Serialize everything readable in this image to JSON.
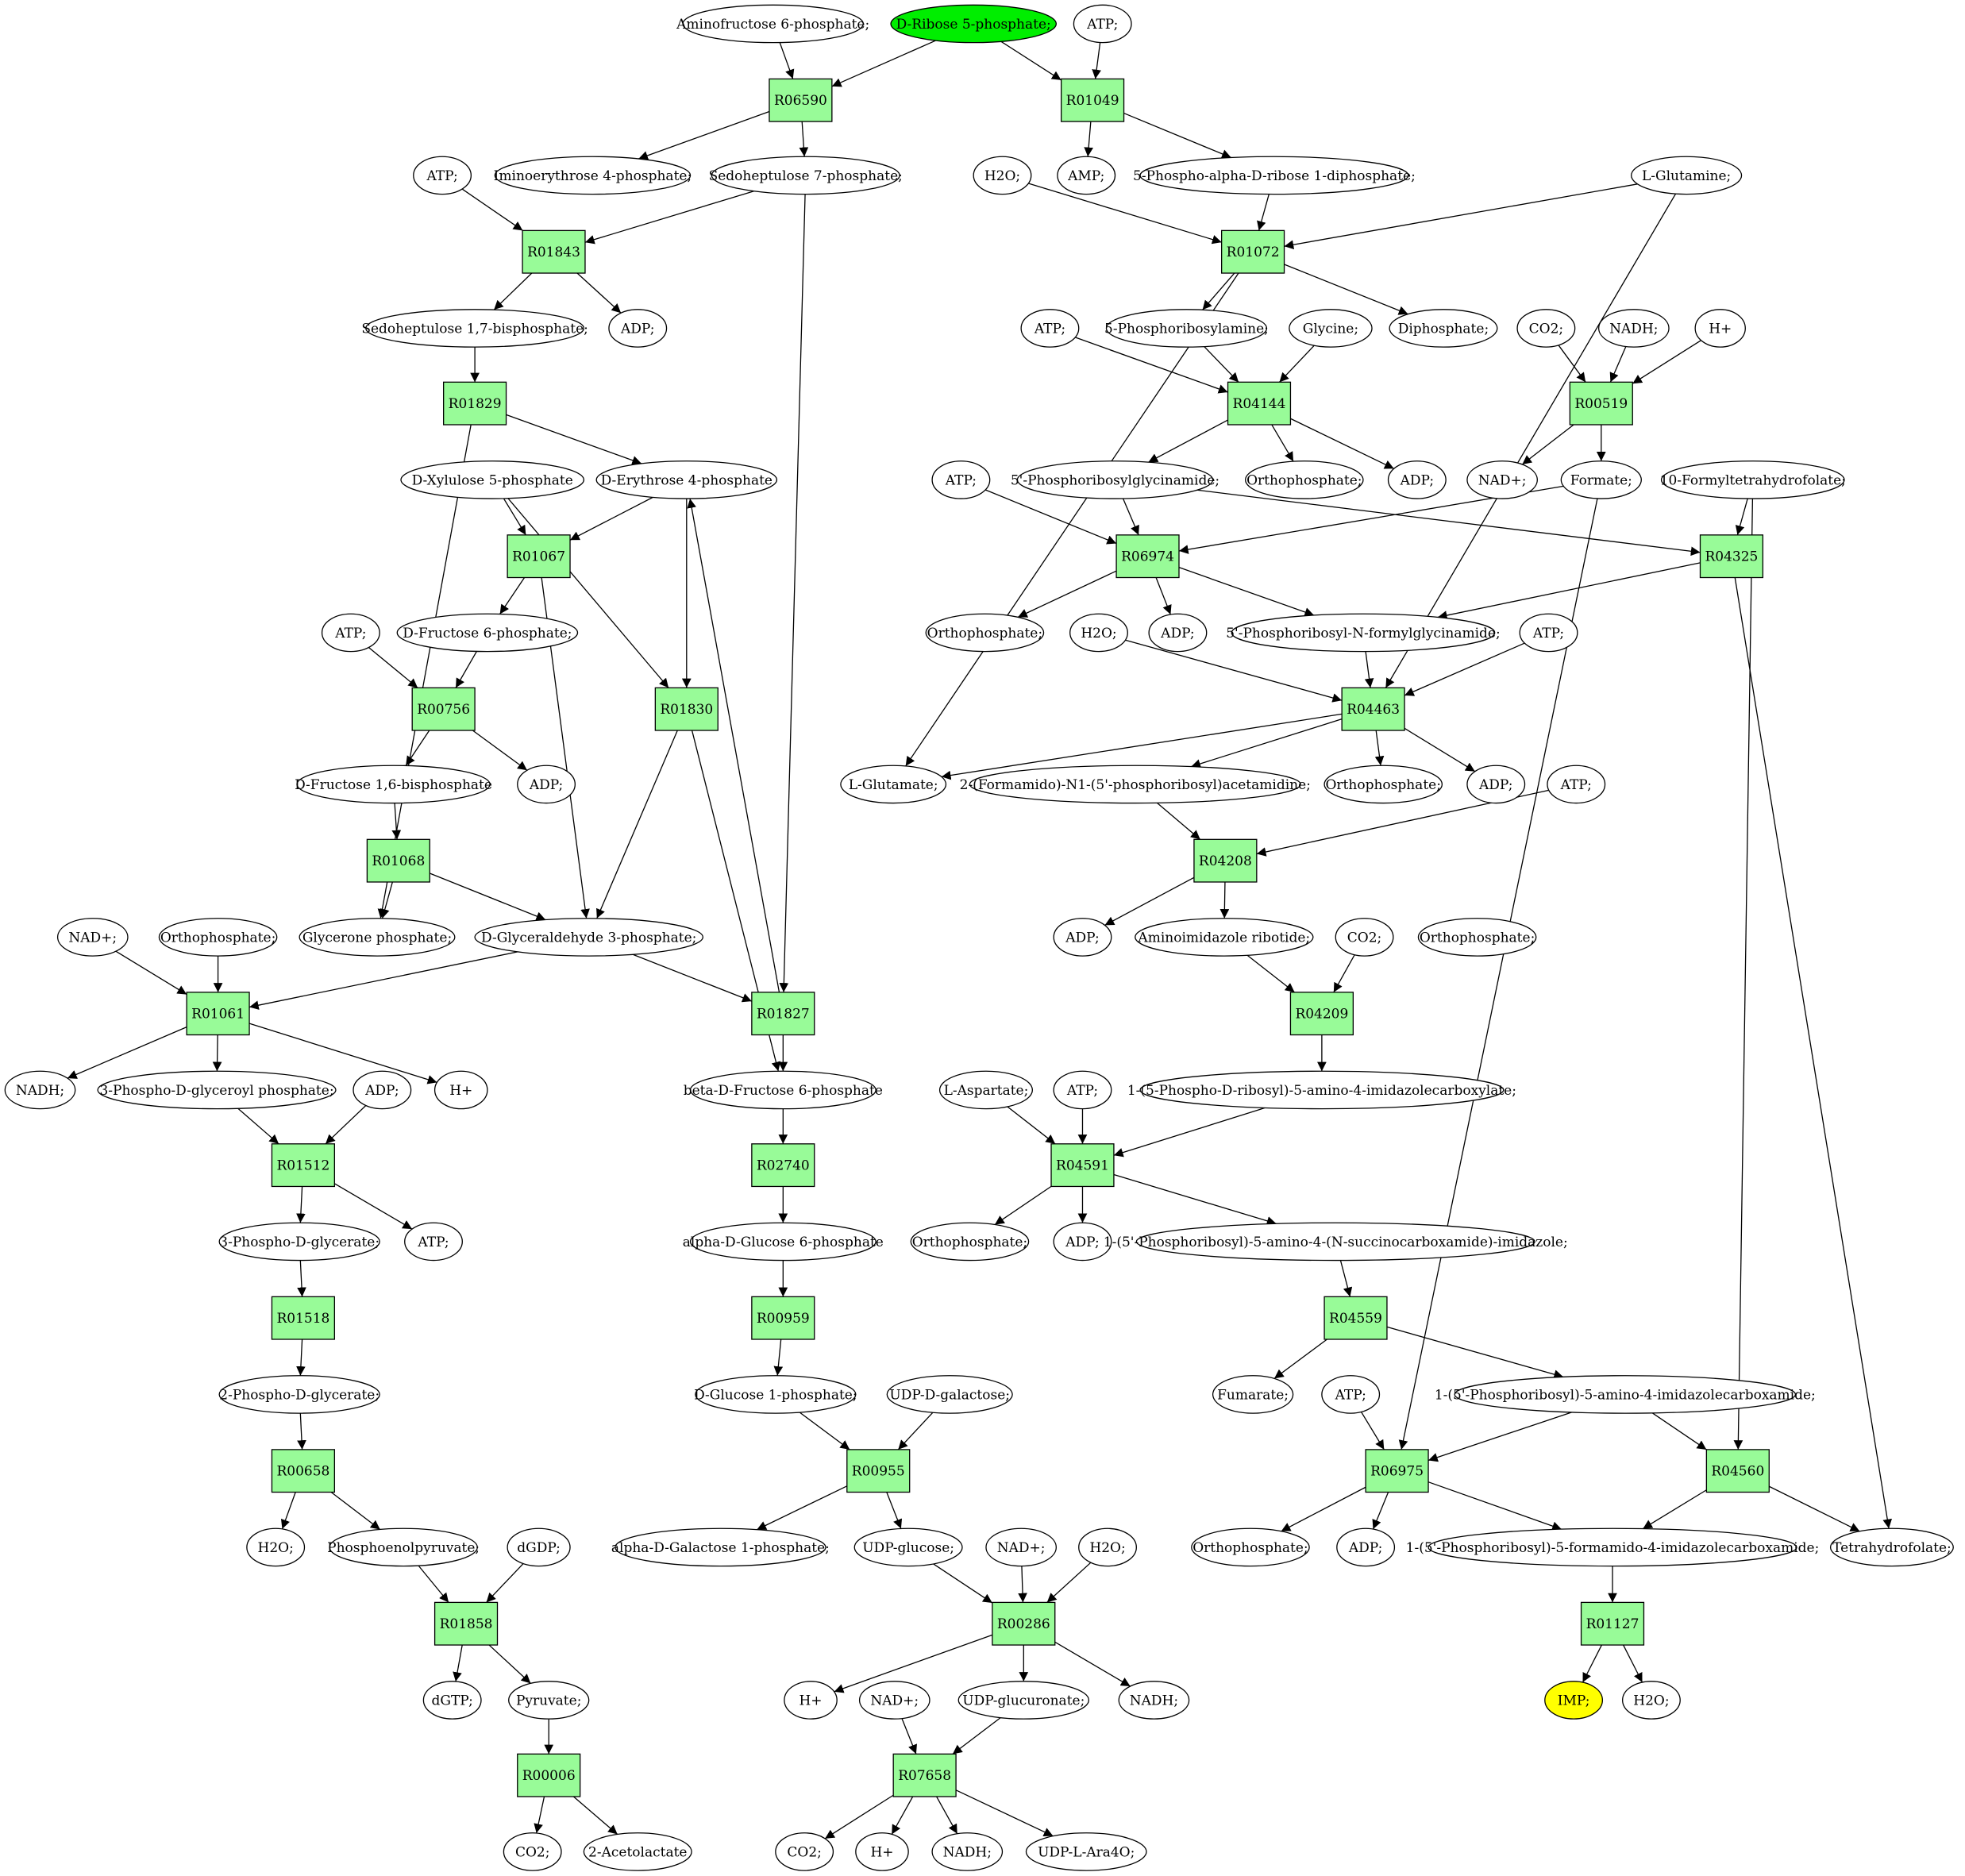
{
  "metabolites": [
    {
      "id": "m_aminofructose",
      "label": "Aminofructose 6-phosphate;"
    },
    {
      "id": "m_ribose5p",
      "label": "D-Ribose 5-phosphate;",
      "fill": "#00ee00"
    },
    {
      "id": "m_atp1",
      "label": "ATP;"
    },
    {
      "id": "m_iminoerythrose",
      "label": "Iminoerythrose 4-phosphate;"
    },
    {
      "id": "m_sedo7p",
      "label": "Sedoheptulose 7-phosphate;"
    },
    {
      "id": "m_atp2",
      "label": "ATP;"
    },
    {
      "id": "m_h2o1",
      "label": "H2O;"
    },
    {
      "id": "m_amp",
      "label": "AMP;"
    },
    {
      "id": "m_prpp",
      "label": "5-Phospho-alpha-D-ribose 1-diphosphate;"
    },
    {
      "id": "m_lgln",
      "label": "L-Glutamine;"
    },
    {
      "id": "m_sedo17bp",
      "label": "Sedoheptulose 1,7-bisphosphate;"
    },
    {
      "id": "m_adp1",
      "label": "ADP;"
    },
    {
      "id": "m_atp3",
      "label": "ATP;"
    },
    {
      "id": "m_pra",
      "label": "5-Phosphoribosylamine;"
    },
    {
      "id": "m_glycine",
      "label": "Glycine;"
    },
    {
      "id": "m_diphosphate",
      "label": "Diphosphate;"
    },
    {
      "id": "m_co2a",
      "label": "CO2;"
    },
    {
      "id": "m_nadh1",
      "label": "NADH;"
    },
    {
      "id": "m_hplus1",
      "label": "H+"
    },
    {
      "id": "m_xyl5p",
      "label": "D-Xylulose 5-phosphate"
    },
    {
      "id": "m_ery4p",
      "label": "D-Erythrose 4-phosphate"
    },
    {
      "id": "m_atp4",
      "label": "ATP;"
    },
    {
      "id": "m_gar",
      "label": "5'-Phosphoribosylglycinamide;"
    },
    {
      "id": "m_pi1",
      "label": "Orthophosphate;"
    },
    {
      "id": "m_adp2",
      "label": "ADP;"
    },
    {
      "id": "m_nadplus1",
      "label": "NAD+;"
    },
    {
      "id": "m_formate",
      "label": "Formate;"
    },
    {
      "id": "m_10fthf",
      "label": "10-Formyltetrahydrofolate;"
    },
    {
      "id": "m_atp5",
      "label": "ATP;"
    },
    {
      "id": "m_f6p",
      "label": "D-Fructose 6-phosphate;"
    },
    {
      "id": "m_pi2",
      "label": "Orthophosphate;"
    },
    {
      "id": "m_adp3",
      "label": "ADP;"
    },
    {
      "id": "m_h2o2",
      "label": "H2O;"
    },
    {
      "id": "m_fgar",
      "label": "5'-Phosphoribosyl-N-formylglycinamide;"
    },
    {
      "id": "m_atp6",
      "label": "ATP;"
    },
    {
      "id": "m_f16bp",
      "label": "D-Fructose 1,6-bisphosphate"
    },
    {
      "id": "m_adp4",
      "label": "ADP;"
    },
    {
      "id": "m_lglu",
      "label": "L-Glutamate;"
    },
    {
      "id": "m_fgam",
      "label": "2-(Formamido)-N1-(5'-phosphoribosyl)acetamidine;"
    },
    {
      "id": "m_pi3",
      "label": "Orthophosphate;"
    },
    {
      "id": "m_adp5",
      "label": "ADP;"
    },
    {
      "id": "m_atp7",
      "label": "ATP;"
    },
    {
      "id": "m_nadplus2",
      "label": "NAD+;"
    },
    {
      "id": "m_pi4",
      "label": "Orthophosphate;"
    },
    {
      "id": "m_dhap",
      "label": "Glycerone phosphate;"
    },
    {
      "id": "m_g3p",
      "label": "D-Glyceraldehyde 3-phosphate;"
    },
    {
      "id": "m_adp6",
      "label": "ADP;"
    },
    {
      "id": "m_air",
      "label": "Aminoimidazole ribotide;"
    },
    {
      "id": "m_co2b",
      "label": "CO2;"
    },
    {
      "id": "m_pi5",
      "label": "Orthophosphate;"
    },
    {
      "id": "m_nadh2",
      "label": "NADH;"
    },
    {
      "id": "m_13bpg",
      "label": "3-Phospho-D-glyceroyl phosphate;"
    },
    {
      "id": "m_adp7",
      "label": "ADP;"
    },
    {
      "id": "m_hplus2",
      "label": "H+"
    },
    {
      "id": "m_bf6p",
      "label": "beta-D-Fructose 6-phosphate"
    },
    {
      "id": "m_lasp",
      "label": "L-Aspartate;"
    },
    {
      "id": "m_atp8",
      "label": "ATP;"
    },
    {
      "id": "m_cair",
      "label": "1-(5-Phospho-D-ribosyl)-5-amino-4-imidazolecarboxylate;"
    },
    {
      "id": "m_3pg",
      "label": "3-Phospho-D-glycerate;"
    },
    {
      "id": "m_atp9",
      "label": "ATP;"
    },
    {
      "id": "m_ag6p",
      "label": "alpha-D-Glucose 6-phosphate"
    },
    {
      "id": "m_pi6",
      "label": "Orthophosphate;"
    },
    {
      "id": "m_adp8",
      "label": "ADP;"
    },
    {
      "id": "m_saicar",
      "label": "1-(5'-Phosphoribosyl)-5-amino-4-(N-succinocarboxamide)-imidazole;"
    },
    {
      "id": "m_2pg",
      "label": "2-Phospho-D-glycerate;"
    },
    {
      "id": "m_g1p",
      "label": "D-Glucose 1-phosphate;"
    },
    {
      "id": "m_udpgal",
      "label": "UDP-D-galactose;"
    },
    {
      "id": "m_fumarate",
      "label": "Fumarate;"
    },
    {
      "id": "m_atp10",
      "label": "ATP;"
    },
    {
      "id": "m_aicar",
      "label": "1-(5'-Phosphoribosyl)-5-amino-4-imidazolecarboxamide;"
    },
    {
      "id": "m_h2o3",
      "label": "H2O;"
    },
    {
      "id": "m_pep",
      "label": "Phosphoenolpyruvate;"
    },
    {
      "id": "m_dgdp",
      "label": "dGDP;"
    },
    {
      "id": "m_agal1p",
      "label": "alpha-D-Galactose 1-phosphate;"
    },
    {
      "id": "m_udpglc",
      "label": "UDP-glucose;"
    },
    {
      "id": "m_nadplus3",
      "label": "NAD+;"
    },
    {
      "id": "m_h2o4",
      "label": "H2O;"
    },
    {
      "id": "m_pi7",
      "label": "Orthophosphate;"
    },
    {
      "id": "m_adp9",
      "label": "ADP;"
    },
    {
      "id": "m_faicar",
      "label": "1-(5'-Phosphoribosyl)-5-formamido-4-imidazolecarboxamide;"
    },
    {
      "id": "m_thf",
      "label": "Tetrahydrofolate;"
    },
    {
      "id": "m_dgtp",
      "label": "dGTP;"
    },
    {
      "id": "m_pyruvate",
      "label": "Pyruvate;"
    },
    {
      "id": "m_hplus3",
      "label": "H+"
    },
    {
      "id": "m_nadplus4",
      "label": "NAD+;"
    },
    {
      "id": "m_udpglcur",
      "label": "UDP-glucuronate;"
    },
    {
      "id": "m_nadh3",
      "label": "NADH;"
    },
    {
      "id": "m_imp",
      "label": "IMP;",
      "fill": "#ffff00"
    },
    {
      "id": "m_h2o5",
      "label": "H2O;"
    },
    {
      "id": "m_co2c",
      "label": "CO2;"
    },
    {
      "id": "m_acetolactate",
      "label": "2-Acetolactate"
    },
    {
      "id": "m_co2d",
      "label": "CO2;"
    },
    {
      "id": "m_hplus4",
      "label": "H+"
    },
    {
      "id": "m_nadh4",
      "label": "NADH;"
    },
    {
      "id": "m_udpara",
      "label": "UDP-L-Ara4O;"
    }
  ],
  "reactions": [
    {
      "id": "r_R06590",
      "label": "R06590"
    },
    {
      "id": "r_R01049",
      "label": "R01049"
    },
    {
      "id": "r_R01843",
      "label": "R01843"
    },
    {
      "id": "r_R01072",
      "label": "R01072"
    },
    {
      "id": "r_R01829",
      "label": "R01829"
    },
    {
      "id": "r_R04144",
      "label": "R04144"
    },
    {
      "id": "r_R00519",
      "label": "R00519"
    },
    {
      "id": "r_R01067",
      "label": "R01067"
    },
    {
      "id": "r_R06974",
      "label": "R06974"
    },
    {
      "id": "r_R04325",
      "label": "R04325"
    },
    {
      "id": "r_R00756",
      "label": "R00756"
    },
    {
      "id": "r_R01830",
      "label": "R01830"
    },
    {
      "id": "r_R04463",
      "label": "R04463"
    },
    {
      "id": "r_R01068",
      "label": "R01068"
    },
    {
      "id": "r_R04208",
      "label": "R04208"
    },
    {
      "id": "r_R01061",
      "label": "R01061"
    },
    {
      "id": "r_R01827",
      "label": "R01827"
    },
    {
      "id": "r_R04209",
      "label": "R04209"
    },
    {
      "id": "r_R01512",
      "label": "R01512"
    },
    {
      "id": "r_R02740",
      "label": "R02740"
    },
    {
      "id": "r_R04591",
      "label": "R04591"
    },
    {
      "id": "r_R01518",
      "label": "R01518"
    },
    {
      "id": "r_R00959",
      "label": "R00959"
    },
    {
      "id": "r_R04559",
      "label": "R04559"
    },
    {
      "id": "r_R00658",
      "label": "R00658"
    },
    {
      "id": "r_R00955",
      "label": "R00955"
    },
    {
      "id": "r_R06975",
      "label": "R06975"
    },
    {
      "id": "r_R04560",
      "label": "R04560"
    },
    {
      "id": "r_R01858",
      "label": "R01858"
    },
    {
      "id": "r_R00286",
      "label": "R00286"
    },
    {
      "id": "r_R01127",
      "label": "R01127"
    },
    {
      "id": "r_R00006",
      "label": "R00006"
    },
    {
      "id": "r_R07658",
      "label": "R07658"
    }
  ],
  "edges": [
    [
      "m_aminofructose",
      "r_R06590"
    ],
    [
      "m_ribose5p",
      "r_R06590"
    ],
    [
      "r_R06590",
      "m_iminoerythrose"
    ],
    [
      "r_R06590",
      "m_sedo7p"
    ],
    [
      "m_ribose5p",
      "r_R01049"
    ],
    [
      "m_atp1",
      "r_R01049"
    ],
    [
      "r_R01049",
      "m_amp"
    ],
    [
      "r_R01049",
      "m_prpp"
    ],
    [
      "m_atp2",
      "r_R01843"
    ],
    [
      "m_sedo7p",
      "r_R01843"
    ],
    [
      "r_R01843",
      "m_sedo17bp"
    ],
    [
      "r_R01843",
      "m_adp1"
    ],
    [
      "m_h2o1",
      "r_R01072"
    ],
    [
      "m_prpp",
      "r_R01072"
    ],
    [
      "m_lgln",
      "r_R01072"
    ],
    [
      "r_R01072",
      "m_pra"
    ],
    [
      "r_R01072",
      "m_diphosphate"
    ],
    [
      "r_R01072",
      "m_lglu"
    ],
    [
      "m_sedo17bp",
      "r_R01829"
    ],
    [
      "r_R01829",
      "m_ery4p"
    ],
    [
      "r_R01829",
      "m_dhap"
    ],
    [
      "m_atp3",
      "r_R04144"
    ],
    [
      "m_pra",
      "r_R04144"
    ],
    [
      "m_glycine",
      "r_R04144"
    ],
    [
      "r_R04144",
      "m_gar"
    ],
    [
      "r_R04144",
      "m_pi1"
    ],
    [
      "r_R04144",
      "m_adp2"
    ],
    [
      "m_co2a",
      "r_R00519"
    ],
    [
      "m_nadh1",
      "r_R00519"
    ],
    [
      "m_hplus1",
      "r_R00519"
    ],
    [
      "r_R00519",
      "m_nadplus1"
    ],
    [
      "r_R00519",
      "m_formate"
    ],
    [
      "m_xyl5p",
      "r_R01067"
    ],
    [
      "m_ery4p",
      "r_R01067"
    ],
    [
      "r_R01067",
      "m_f6p"
    ],
    [
      "r_R01067",
      "m_g3p"
    ],
    [
      "m_atp4",
      "r_R06974"
    ],
    [
      "m_gar",
      "r_R06974"
    ],
    [
      "m_formate",
      "r_R06974"
    ],
    [
      "r_R06974",
      "m_pi2"
    ],
    [
      "r_R06974",
      "m_adp3"
    ],
    [
      "r_R06974",
      "m_fgar"
    ],
    [
      "m_gar",
      "r_R04325"
    ],
    [
      "m_10fthf",
      "r_R04325"
    ],
    [
      "r_R04325",
      "m_fgar"
    ],
    [
      "r_R04325",
      "m_thf"
    ],
    [
      "m_atp5",
      "r_R00756"
    ],
    [
      "m_f6p",
      "r_R00756"
    ],
    [
      "r_R00756",
      "m_f16bp"
    ],
    [
      "r_R00756",
      "m_adp4"
    ],
    [
      "m_xyl5p",
      "r_R01830"
    ],
    [
      "m_ery4p",
      "r_R01830"
    ],
    [
      "r_R01830",
      "m_g3p"
    ],
    [
      "r_R01830",
      "m_bf6p"
    ],
    [
      "m_h2o2",
      "r_R04463"
    ],
    [
      "m_fgar",
      "r_R04463"
    ],
    [
      "m_atp6",
      "r_R04463"
    ],
    [
      "m_lgln",
      "r_R04463"
    ],
    [
      "r_R04463",
      "m_lglu"
    ],
    [
      "r_R04463",
      "m_fgam"
    ],
    [
      "r_R04463",
      "m_pi3"
    ],
    [
      "r_R04463",
      "m_adp5"
    ],
    [
      "m_f16bp",
      "r_R01068"
    ],
    [
      "r_R01068",
      "m_dhap"
    ],
    [
      "r_R01068",
      "m_g3p"
    ],
    [
      "m_fgam",
      "r_R04208"
    ],
    [
      "m_atp7",
      "r_R04208"
    ],
    [
      "r_R04208",
      "m_adp6"
    ],
    [
      "r_R04208",
      "m_air"
    ],
    [
      "r_R04208",
      "m_pi4"
    ],
    [
      "m_nadplus2",
      "r_R01061"
    ],
    [
      "m_pi4b",
      "r_R01061"
    ],
    [
      "m_g3p",
      "r_R01061"
    ],
    [
      "r_R01061",
      "m_nadh2"
    ],
    [
      "r_R01061",
      "m_13bpg"
    ],
    [
      "r_R01061",
      "m_hplus2"
    ],
    [
      "m_g3p",
      "r_R01827"
    ],
    [
      "m_sedo7p",
      "r_R01827"
    ],
    [
      "r_R01827",
      "m_ery4p"
    ],
    [
      "r_R01827",
      "m_bf6p"
    ],
    [
      "m_air",
      "r_R04209"
    ],
    [
      "m_co2b",
      "r_R04209"
    ],
    [
      "r_R04209",
      "m_cair"
    ],
    [
      "m_13bpg",
      "r_R01512"
    ],
    [
      "m_adp7",
      "r_R01512"
    ],
    [
      "r_R01512",
      "m_3pg"
    ],
    [
      "r_R01512",
      "m_atp9"
    ],
    [
      "m_bf6p",
      "r_R02740"
    ],
    [
      "r_R02740",
      "m_ag6p"
    ],
    [
      "m_lasp",
      "r_R04591"
    ],
    [
      "m_atp8",
      "r_R04591"
    ],
    [
      "m_cair",
      "r_R04591"
    ],
    [
      "r_R04591",
      "m_pi6"
    ],
    [
      "r_R04591",
      "m_adp8"
    ],
    [
      "r_R04591",
      "m_saicar"
    ],
    [
      "m_3pg",
      "r_R01518"
    ],
    [
      "r_R01518",
      "m_2pg"
    ],
    [
      "m_ag6p",
      "r_R00959"
    ],
    [
      "r_R00959",
      "m_g1p"
    ],
    [
      "m_saicar",
      "r_R04559"
    ],
    [
      "r_R04559",
      "m_fumarate"
    ],
    [
      "r_R04559",
      "m_aicar"
    ],
    [
      "m_2pg",
      "r_R00658"
    ],
    [
      "r_R00658",
      "m_h2o3"
    ],
    [
      "r_R00658",
      "m_pep"
    ],
    [
      "m_g1p",
      "r_R00955"
    ],
    [
      "m_udpgal",
      "r_R00955"
    ],
    [
      "r_R00955",
      "m_agal1p"
    ],
    [
      "r_R00955",
      "m_udpglc"
    ],
    [
      "m_atp10",
      "r_R06975"
    ],
    [
      "m_aicar",
      "r_R06975"
    ],
    [
      "m_formate",
      "r_R06975"
    ],
    [
      "r_R06975",
      "m_pi7"
    ],
    [
      "r_R06975",
      "m_adp9"
    ],
    [
      "r_R06975",
      "m_faicar"
    ],
    [
      "m_aicar",
      "r_R04560"
    ],
    [
      "m_10fthf",
      "r_R04560"
    ],
    [
      "r_R04560",
      "m_faicar"
    ],
    [
      "r_R04560",
      "m_thf"
    ],
    [
      "m_pep",
      "r_R01858"
    ],
    [
      "m_dgdp",
      "r_R01858"
    ],
    [
      "r_R01858",
      "m_dgtp"
    ],
    [
      "r_R01858",
      "m_pyruvate"
    ],
    [
      "m_udpglc",
      "r_R00286"
    ],
    [
      "m_nadplus3",
      "r_R00286"
    ],
    [
      "m_h2o4",
      "r_R00286"
    ],
    [
      "r_R00286",
      "m_hplus3"
    ],
    [
      "r_R00286",
      "m_udpglcur"
    ],
    [
      "r_R00286",
      "m_nadh3"
    ],
    [
      "m_faicar",
      "r_R01127"
    ],
    [
      "r_R01127",
      "m_imp"
    ],
    [
      "r_R01127",
      "m_h2o5"
    ],
    [
      "m_pyruvate",
      "r_R00006"
    ],
    [
      "r_R00006",
      "m_co2c"
    ],
    [
      "r_R00006",
      "m_acetolactate"
    ],
    [
      "m_nadplus4",
      "r_R07658"
    ],
    [
      "m_udpglcur",
      "r_R07658"
    ],
    [
      "r_R07658",
      "m_co2d"
    ],
    [
      "r_R07658",
      "m_hplus4"
    ],
    [
      "r_R07658",
      "m_nadh4"
    ],
    [
      "r_R07658",
      "m_udpara"
    ]
  ],
  "colors": {
    "reaction_fill": "#98fb98",
    "metabolite_fill": "#ffffff",
    "stroke": "#000000",
    "highlight_start": "#00ee00",
    "highlight_end": "#ffff00"
  }
}
